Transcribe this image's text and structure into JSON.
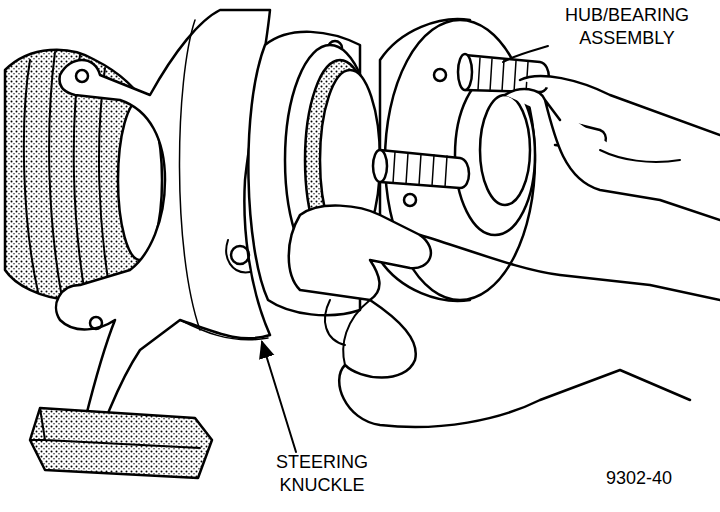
{
  "diagram": {
    "labels": [
      "HUB/BEARING ASSEMBLY",
      "STEERING KNUCKLE",
      "9302-40"
    ]
  }
}
